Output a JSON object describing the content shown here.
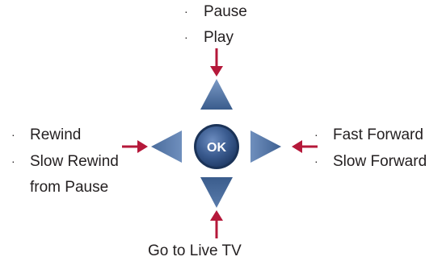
{
  "bullet_glyph": "·",
  "up": {
    "items": [
      "Pause",
      "Play"
    ]
  },
  "left": {
    "items": [
      "Rewind",
      "Slow Rewind"
    ],
    "continuation": "from Pause"
  },
  "right": {
    "items": [
      "Fast Forward",
      "Slow Forward"
    ]
  },
  "down": {
    "label": "Go to Live TV"
  },
  "center": {
    "label": "OK"
  },
  "colors": {
    "arrow_red": "#b5183a",
    "dpad_blue": "#3d5f8f",
    "dpad_blue_light": "#6f8fbd",
    "ok_dark": "#2b4a7a",
    "text": "#231f20"
  }
}
